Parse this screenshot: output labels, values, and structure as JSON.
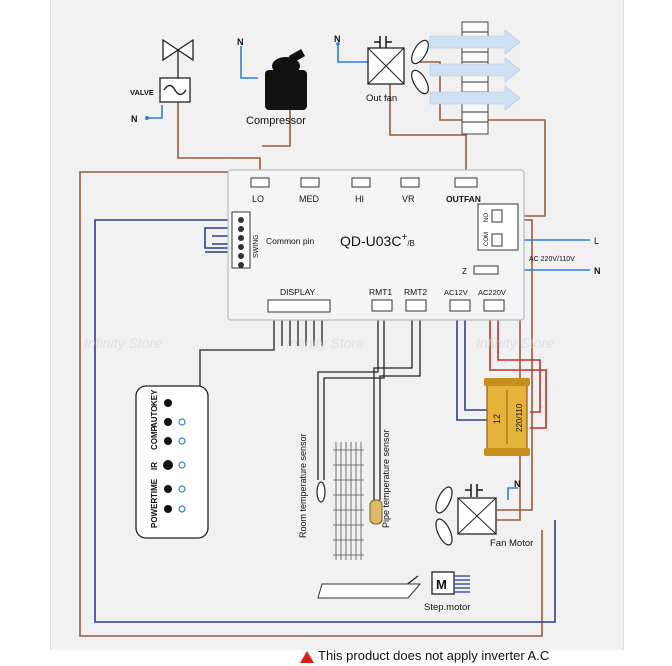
{
  "colors": {
    "brown_wire": "#9a5a3a",
    "blue_wire": "#2b3f8f",
    "light_blue_wire": "#2f7fd6",
    "red_wire": "#c0302a",
    "black_wire": "#222222",
    "board_fill": "#f4f5f6",
    "transformer": "#e5b23a",
    "warning_red": "#d8201c"
  },
  "components": {
    "valve_label": "VALVE",
    "valve_n": "N",
    "compressor_n": "N",
    "compressor_label": "Compressor",
    "outfan_n": "N",
    "outfan_label": "Out fan",
    "board_model": "QD-U03C",
    "board_model_sup": "+",
    "board_model_sub": "/B",
    "common_pin_label": "Common pin",
    "swing_label": "SWING",
    "relay_labels": [
      "LO",
      "MED",
      "HI",
      "VR",
      "OUTFAN"
    ],
    "relay_no": "NO",
    "relay_com": "COM",
    "power_l": "L",
    "power_n": "N",
    "power_ac": "AC 220V/110V",
    "board_z": "Z",
    "connector_labels": [
      "DISPLAY",
      "RMT1",
      "RMT2",
      "AC12V",
      "AC220V"
    ],
    "transformer_left": "12",
    "transformer_right": "220/110",
    "room_sensor_label": "Room temperature sensor",
    "pipe_sensor_label": "Pipe temperature sensor",
    "fan_motor_n": "N",
    "fan_motor_label": "Fan Motor",
    "step_motor_label": "Step.motor",
    "step_motor_letter": "M",
    "display_keys": [
      "POWER",
      "TIME",
      "IR",
      "COMP",
      "AUTO",
      "KEY"
    ]
  },
  "watermark": "Infinity Store",
  "warning": "This product does not apply inverter A.C"
}
